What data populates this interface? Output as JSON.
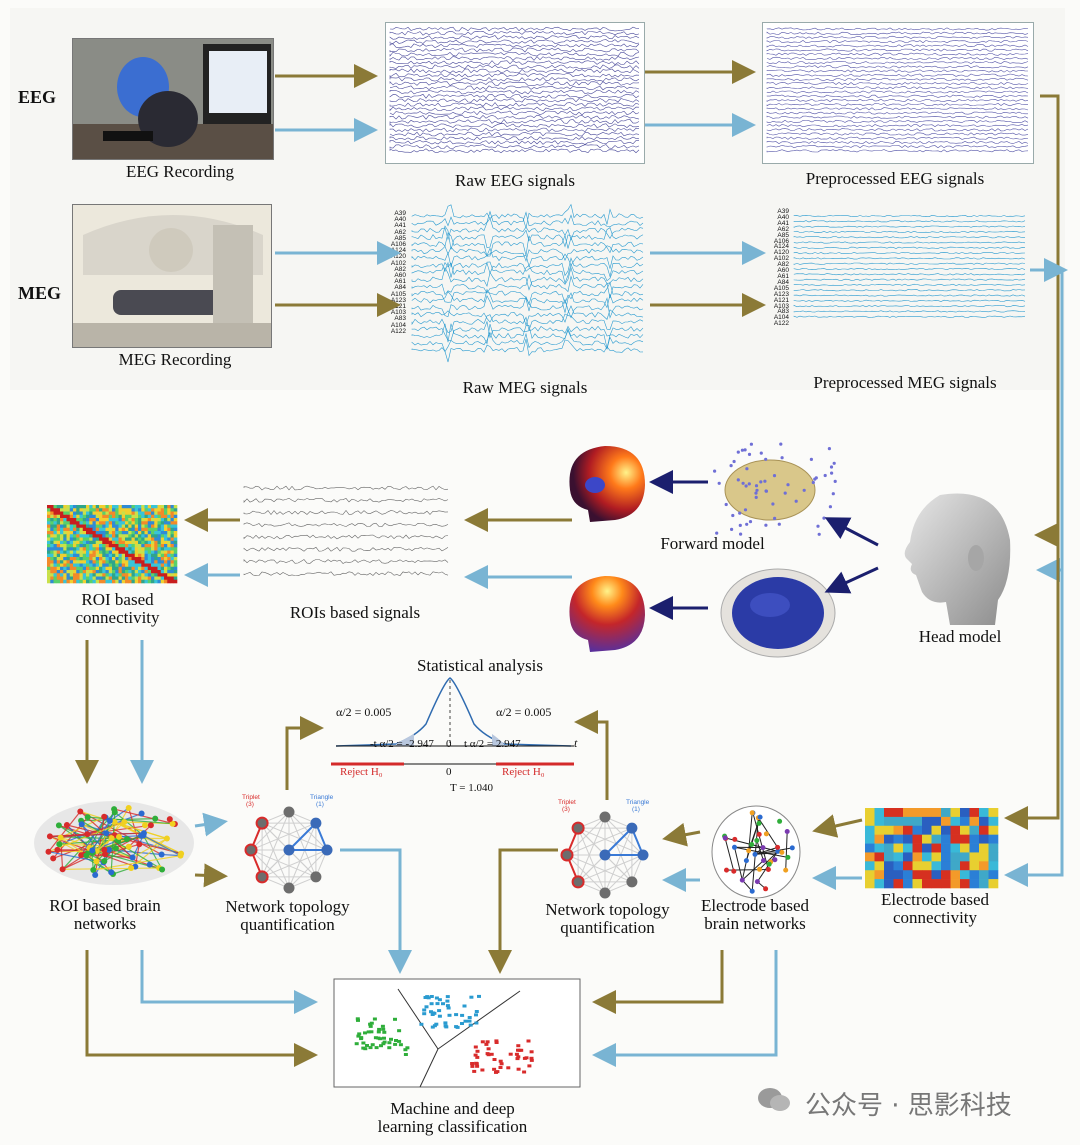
{
  "modalities": {
    "eeg": "EEG",
    "meg": "MEG"
  },
  "labels": {
    "eeg_recording": "EEG Recording",
    "raw_eeg": "Raw EEG signals",
    "pre_eeg": "Preprocessed EEG signals",
    "meg_recording": "MEG Recording",
    "raw_meg": "Raw MEG signals",
    "pre_meg": "Preprocessed MEG signals",
    "forward_model": "Forward model",
    "head_model": "Head model",
    "rois_signals": "ROIs  based signals",
    "roi_connectivity": "ROI based connectivity",
    "statistical_analysis": "Statistical analysis",
    "roi_networks": "ROI based brain networks",
    "topology_left": "Network topology quantification",
    "topology_right": "Network topology quantification",
    "electrode_networks": "Electrode based brain networks",
    "electrode_connectivity": "Electrode based connectivity",
    "ml": "Machine and deep learning classification"
  },
  "meg_channels": [
    "A39",
    "A40",
    "A41",
    "A62",
    "A85",
    "A106",
    "A124",
    "A120",
    "A102",
    "A82",
    "A60",
    "A61",
    "A84",
    "A105",
    "A123",
    "A121",
    "A103",
    "A83",
    "A104",
    "A122"
  ],
  "stats": {
    "alpha_left": "α/2 = 0.005",
    "alpha_right": "α/2 = 0.005",
    "t_left": "-t α/2 = -2.947",
    "zero": "0",
    "t_right": "t α/2 = 2.947",
    "t_axis": "t",
    "reject_left": "Reject  H₀",
    "reject_right": "Reject  H₀",
    "t_value": "T = 1.040"
  },
  "topology": {
    "triplet": "Triplet",
    "triplet_n": "(3)",
    "triangle": "Triangle",
    "triangle_n": "(1)"
  },
  "watermark": "公众号 · 思影科技",
  "colors": {
    "olive": "#8b7a37",
    "blue": "#79b4d3",
    "navy": "#1b1f6e"
  }
}
